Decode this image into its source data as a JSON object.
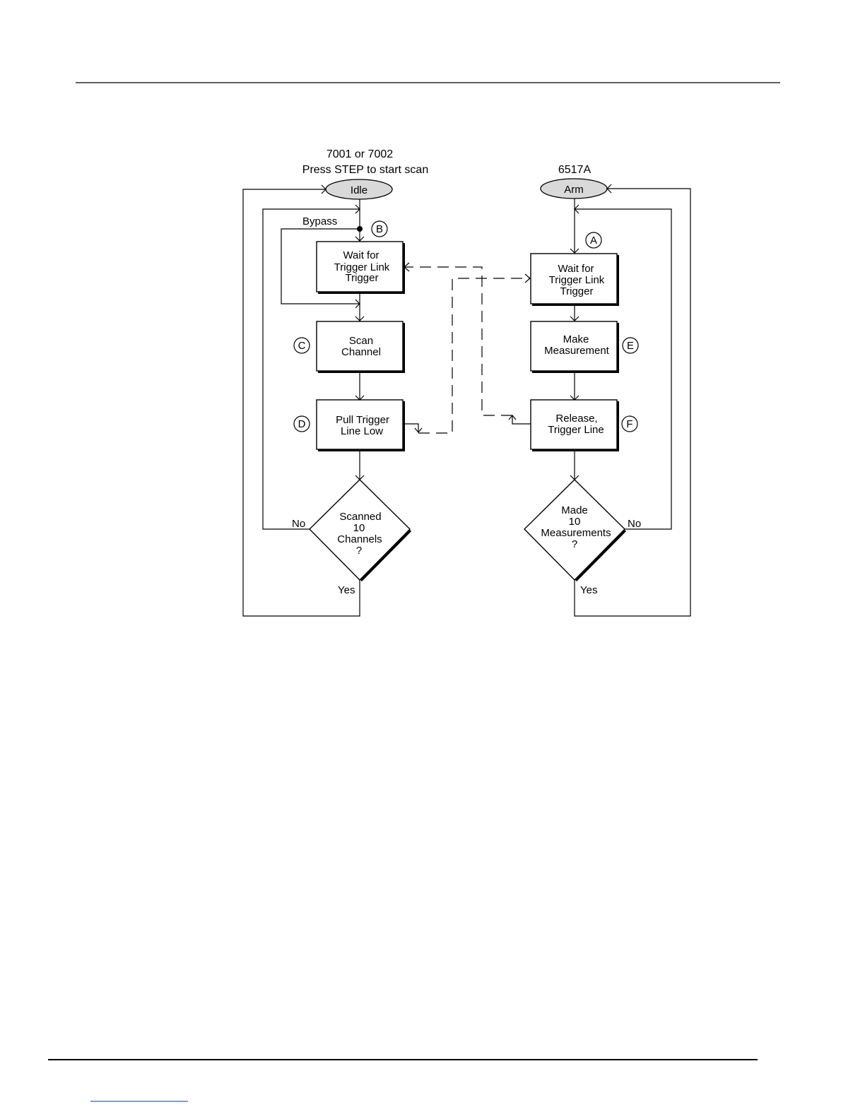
{
  "left": {
    "title_line1": "7001 or 7002",
    "title_line2": "Press STEP to start scan",
    "start": "Idle",
    "bypass": "Bypass",
    "wait_box": [
      "Wait for",
      "Trigger Link",
      "Trigger"
    ],
    "scan_box": [
      "Scan",
      "Channel"
    ],
    "pull_box": [
      "Pull Trigger",
      "Line Low"
    ],
    "decision": [
      "Scanned",
      "10",
      "Channels",
      "?"
    ],
    "no": "No",
    "yes": "Yes",
    "markers": {
      "wait": "B",
      "scan": "C",
      "pull": "D"
    }
  },
  "right": {
    "title": "6517A",
    "start": "Arm",
    "wait_box": [
      "Wait for",
      "Trigger Link",
      "Trigger"
    ],
    "measure_box": [
      "Make",
      "Measurement"
    ],
    "release_box": [
      "Release,",
      "Trigger Line"
    ],
    "decision": [
      "Made",
      "10",
      "Measurements",
      "?"
    ],
    "no": "No",
    "yes": "Yes",
    "markers": {
      "wait": "A",
      "measure": "E",
      "release": "F"
    }
  }
}
